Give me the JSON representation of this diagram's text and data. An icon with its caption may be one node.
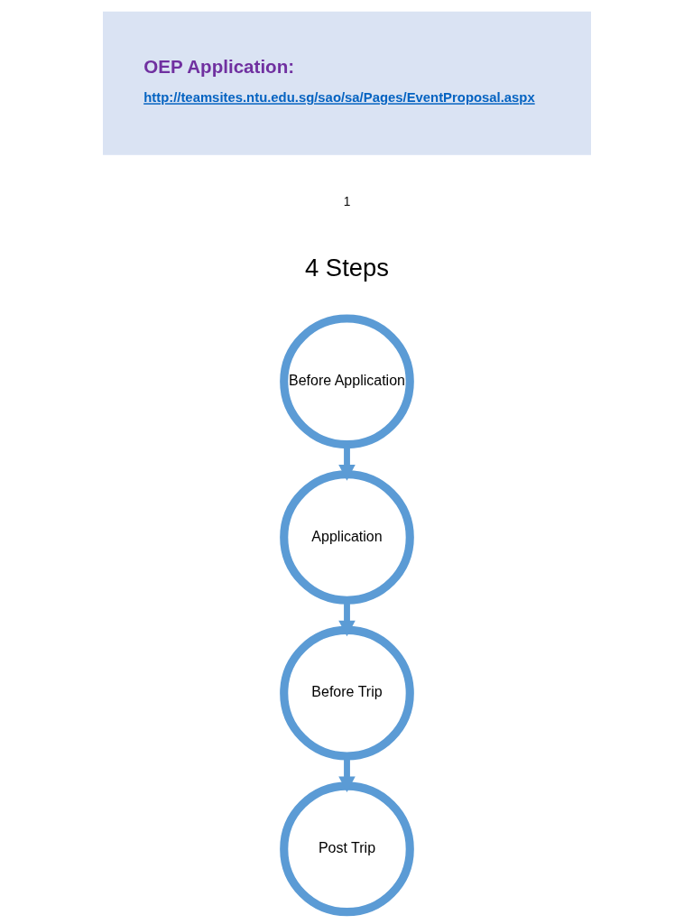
{
  "diagram": {
    "nodes": [
      {
        "text": [
          "OEP Application:",
          "http://teamsites.ntu.edu.sg/sao/sa/Pages/EventProposal.aspx"
        ]
      },
      {
        "text": [
          "Before Application"
        ]
      },
      {
        "text": [
          "Application"
        ]
      },
      {
        "text": [
          "Before Trip"
        ]
      },
      {
        "text": [
          "Post Trip"
        ]
      }
    ],
    "edges": [
      {
        "from": 1,
        "to": 2,
        "arrow": "to"
      },
      {
        "from": 2,
        "to": 3,
        "arrow": "to"
      },
      {
        "from": 3,
        "to": 4,
        "arrow": "to"
      }
    ],
    "labels": [
      "1",
      "4 Steps"
    ]
  }
}
